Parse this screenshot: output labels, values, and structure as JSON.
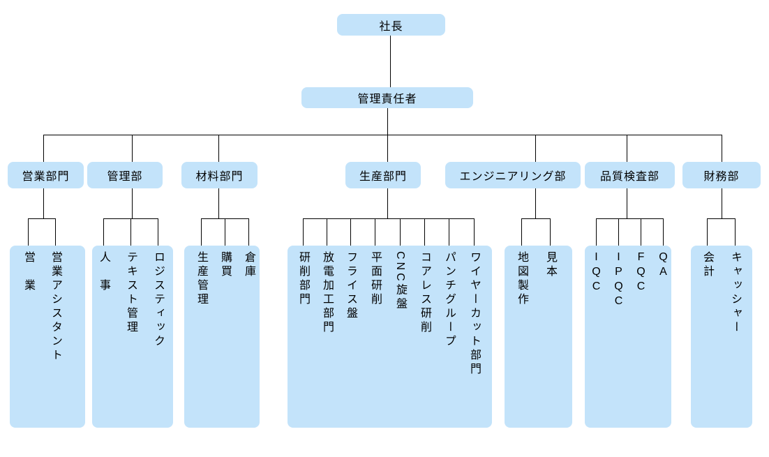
{
  "colors": {
    "box_fill": "#C3E3FA",
    "line": "#000000",
    "text": "#000000",
    "background": "#ffffff"
  },
  "root": {
    "label": "社長"
  },
  "manager": {
    "label": "管理責任者"
  },
  "departments": [
    {
      "label": "営業部門",
      "children": [
        "営　業",
        "営業アシスタント"
      ]
    },
    {
      "label": "管理部",
      "children": [
        "人　事",
        "テキスト管理",
        "ロジスティック"
      ]
    },
    {
      "label": "材料部門",
      "children": [
        "生産管理",
        "購買",
        "倉庫"
      ]
    },
    {
      "label": "生産部門",
      "children": [
        "研削部門",
        "放電加工部門",
        "フライス盤",
        "平面研削",
        "CNC旋盤",
        "コアレス研削",
        "パンチグループ",
        "ワイヤーカット部門"
      ]
    },
    {
      "label": "エンジニアリング部",
      "children": [
        "地図製作",
        "見本"
      ]
    },
    {
      "label": "品質検査部",
      "children": [
        "IQC",
        "IPQC",
        "FQC",
        "QA"
      ],
      "latin_upright": true
    },
    {
      "label": "財務部",
      "children": [
        "会計",
        "キャッシャー"
      ]
    }
  ]
}
